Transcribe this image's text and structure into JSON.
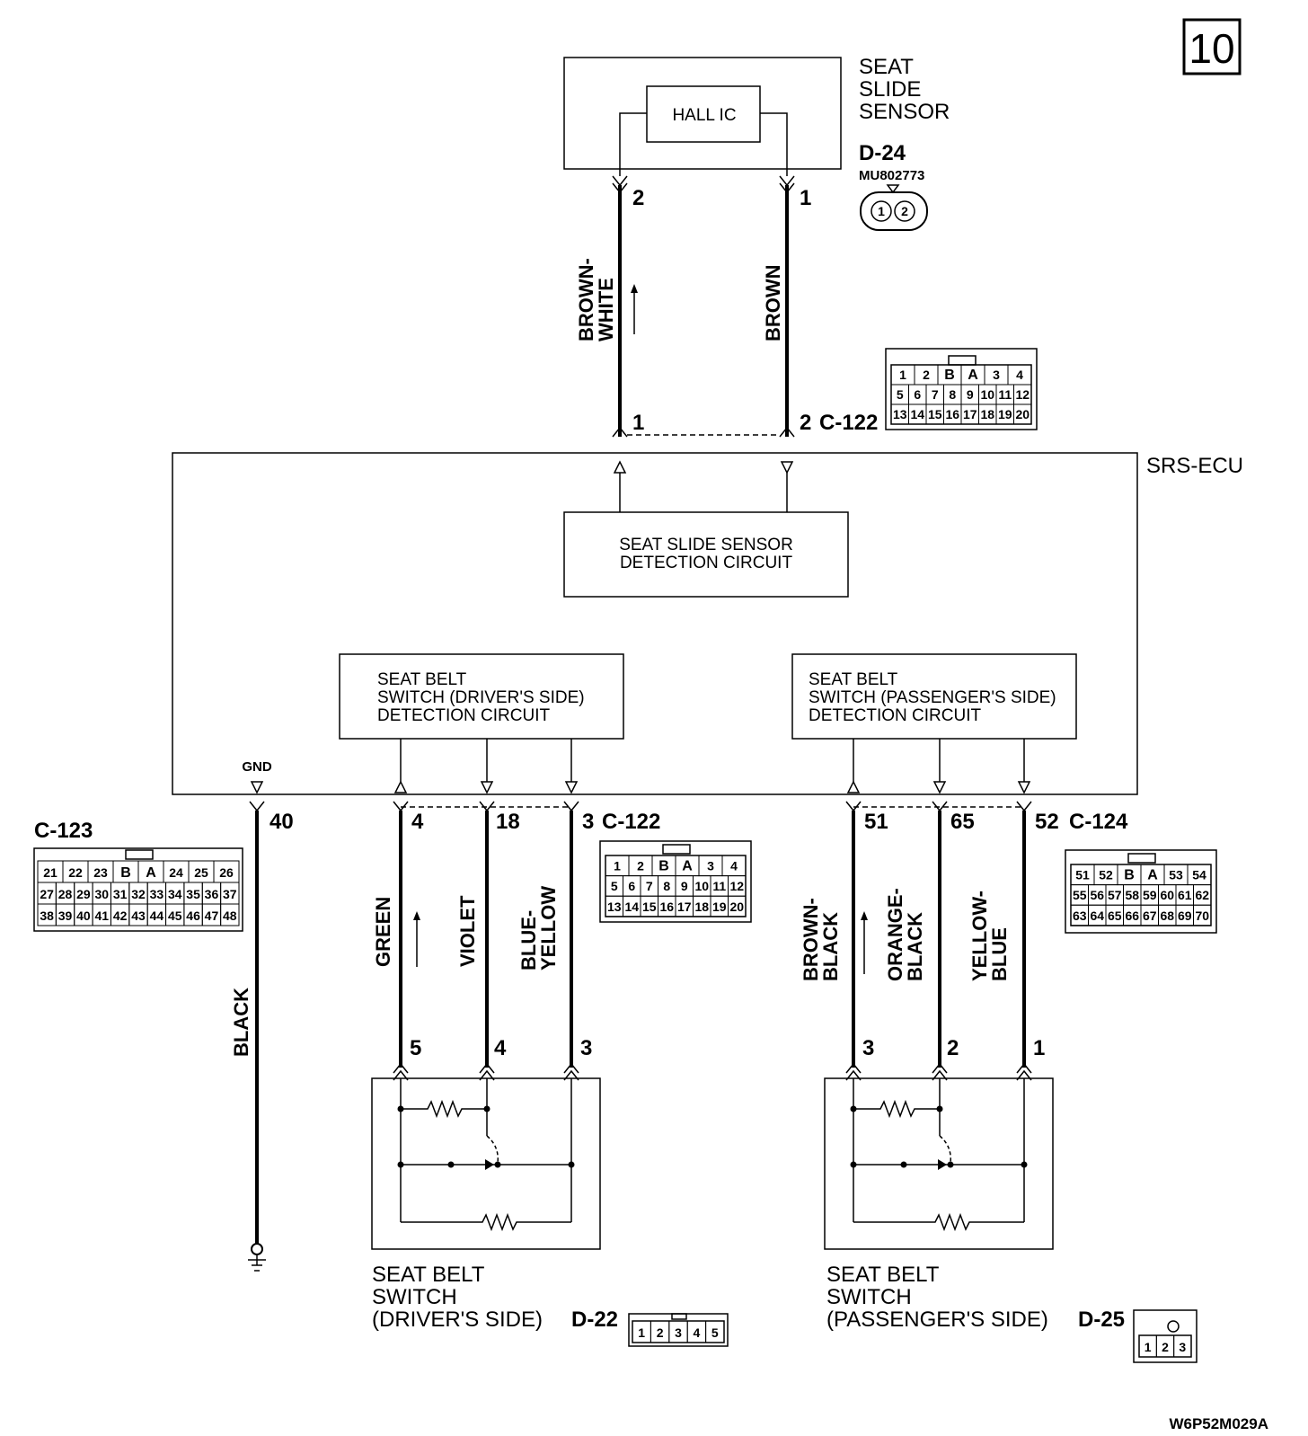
{
  "page_number": "10",
  "figure_code": "W6P52M029A",
  "seat_slide_sensor": {
    "title_lines": [
      "SEAT",
      "SLIDE",
      "SENSOR"
    ],
    "hall_ic": "HALL IC",
    "connector": "D-24",
    "part_number": "MU802773",
    "pins": [
      "2",
      "1"
    ]
  },
  "srs_ecu": {
    "title": "SRS-ECU",
    "top_connector": "C-122",
    "top_pins": [
      "1",
      "2"
    ],
    "slide_circuit": [
      "SEAT SLIDE SENSOR",
      "DETECTION CIRCUIT"
    ],
    "driver_circuit": [
      "SEAT BELT",
      "SWITCH (DRIVER'S SIDE)",
      "DETECTION CIRCUIT"
    ],
    "passenger_circuit": [
      "SEAT BELT",
      "SWITCH (PASSENGER'S SIDE)",
      "DETECTION CIRCUIT"
    ],
    "gnd": "GND"
  },
  "wires": {
    "sensor_left": [
      "BROWN-",
      "WHITE"
    ],
    "sensor_right": "BROWN",
    "ground": "BLACK",
    "driver_1": "GREEN",
    "driver_2": "VIOLET",
    "driver_3": [
      "BLUE-",
      "YELLOW"
    ],
    "pass_1": [
      "BROWN-",
      "BLACK"
    ],
    "pass_2": [
      "ORANGE-",
      "BLACK"
    ],
    "pass_3": [
      "YELLOW-",
      "BLUE"
    ]
  },
  "bottom_pins": {
    "ground": "40",
    "driver": [
      "4",
      "18",
      "3"
    ],
    "driver_connector": "C-122",
    "passenger": [
      "51",
      "65",
      "52"
    ],
    "passenger_connector": "C-124"
  },
  "driver_switch": {
    "pins": [
      "5",
      "4",
      "3"
    ],
    "title_lines": [
      "SEAT BELT",
      "SWITCH",
      "(DRIVER'S SIDE)"
    ],
    "connector": "D-22"
  },
  "passenger_switch": {
    "pins": [
      "3",
      "2",
      "1"
    ],
    "title_lines": [
      "SEAT BELT",
      "SWITCH",
      "(PASSENGER'S SIDE)"
    ],
    "connector": "D-25"
  },
  "connectors": {
    "c123_label": "C-123",
    "c122": {
      "row1": [
        "1",
        "2",
        "B",
        "A",
        "3",
        "4"
      ],
      "row2": [
        "5",
        "6",
        "7",
        "8",
        "9",
        "10",
        "11",
        "12"
      ],
      "row3": [
        "13",
        "14",
        "15",
        "16",
        "17",
        "18",
        "19",
        "20"
      ]
    },
    "c123": {
      "row1": [
        "21",
        "22",
        "23",
        "B",
        "A",
        "24",
        "25",
        "26"
      ],
      "row2": [
        "27",
        "28",
        "29",
        "30",
        "31",
        "32",
        "33",
        "34",
        "35",
        "36",
        "37"
      ],
      "row3": [
        "38",
        "39",
        "40",
        "41",
        "42",
        "43",
        "44",
        "45",
        "46",
        "47",
        "48"
      ]
    },
    "c124": {
      "row1": [
        "51",
        "52",
        "B",
        "A",
        "53",
        "54"
      ],
      "row2": [
        "55",
        "56",
        "57",
        "58",
        "59",
        "60",
        "61",
        "62"
      ],
      "row3": [
        "63",
        "64",
        "65",
        "66",
        "67",
        "68",
        "69",
        "70"
      ]
    },
    "d22": [
      "1",
      "2",
      "3",
      "4",
      "5"
    ],
    "d25": [
      "1",
      "2",
      "3"
    ],
    "d24": [
      "1",
      "2"
    ]
  }
}
